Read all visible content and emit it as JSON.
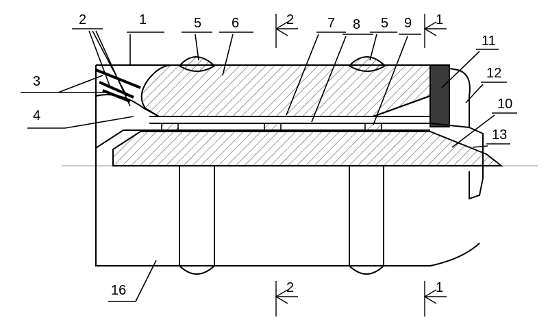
{
  "labels": {
    "l1": "1",
    "l2": "2",
    "l3": "3",
    "l4": "4",
    "l5a": "5",
    "l5b": "5",
    "l6": "6",
    "l7": "7",
    "l8": "8",
    "l9": "9",
    "l10": "10",
    "l11": "11",
    "l12": "12",
    "l13": "13",
    "l16": "16"
  },
  "sections": {
    "s2_top": "2",
    "s1_top": "1",
    "s2_bottom": "2",
    "s1_bottom": "1"
  },
  "colors": {
    "ink": "#000000",
    "seal_dark": "#3a3a3a",
    "axis": "#999999"
  }
}
